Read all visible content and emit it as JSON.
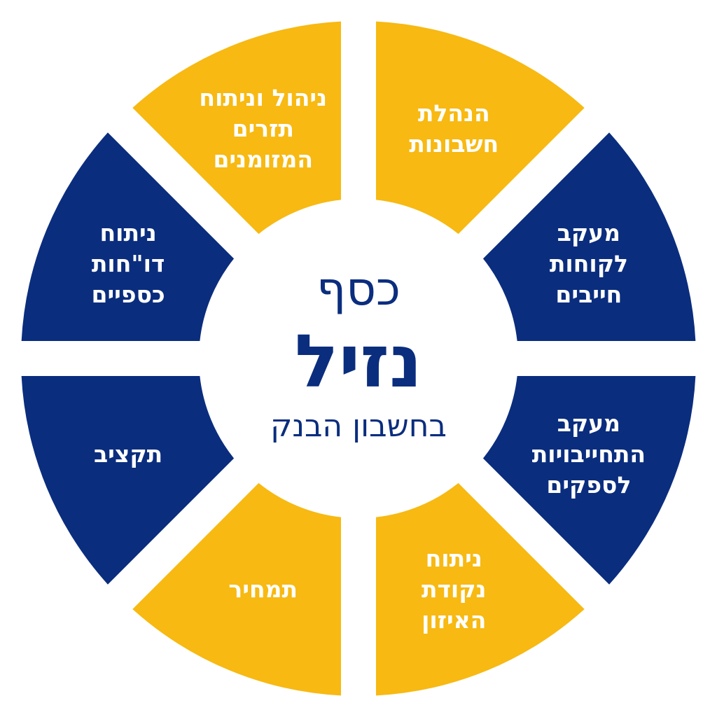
{
  "colors": {
    "yellow": "#F7B912",
    "navy": "#0A2D7E",
    "white": "#FFFFFF"
  },
  "center": {
    "line1": "כסף",
    "line2": "נזיל",
    "line3": "בחשבון הבנק"
  },
  "segments": [
    {
      "lines": [
        "הנהלת",
        "חשבונות"
      ],
      "color": "yellow"
    },
    {
      "lines": [
        "מעקב",
        "לקוחות",
        "חייבים"
      ],
      "color": "navy"
    },
    {
      "lines": [
        "מעקב",
        "התחייבויות",
        "לספקים"
      ],
      "color": "navy"
    },
    {
      "lines": [
        "ניתוח",
        "נקודת",
        "האיזון"
      ],
      "color": "yellow"
    },
    {
      "lines": [
        "תמחיר"
      ],
      "color": "yellow"
    },
    {
      "lines": [
        "תקציב"
      ],
      "color": "navy"
    },
    {
      "lines": [
        "ניתוח",
        "דו\"חות",
        "כספיים"
      ],
      "color": "navy"
    },
    {
      "lines": [
        "ניהול וניתוח",
        "תזרים",
        "המזומנים"
      ],
      "color": "yellow"
    }
  ]
}
